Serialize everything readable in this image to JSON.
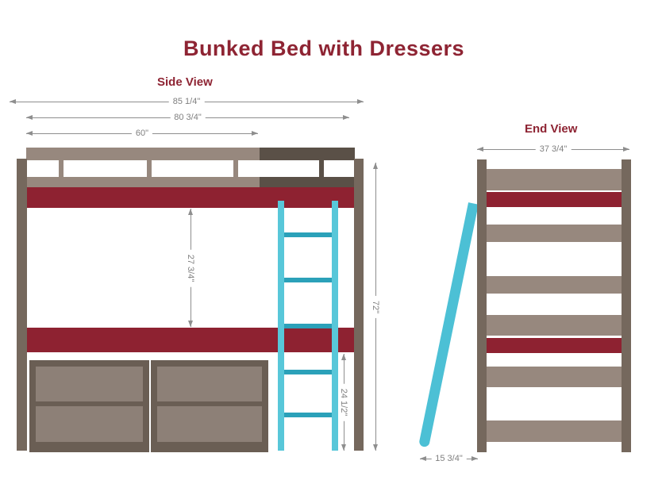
{
  "title": "Bunked Bed with Dressers",
  "side_view": {
    "label": "Side View",
    "dims": {
      "overall_width": "85 1/4\"",
      "frame_width": "80 3/4\"",
      "guard_rail_width": "60\"",
      "bunk_clearance_height": "27 3/4\"",
      "overall_height": "72\"",
      "under_bed_height": "24 1/2\""
    }
  },
  "end_view": {
    "label": "End View",
    "dims": {
      "overall_depth": "37 3/4\"",
      "ladder_base_offset": "15 3/4\""
    }
  },
  "colors": {
    "accent_maroon": "#8e2231",
    "heading_maroon": "#8e2433",
    "wood_taupe": "#97887e",
    "wood_dark_brown": "#5a5047",
    "post_brown": "#75685d",
    "dresser_frame_brown": "#6a5e54",
    "drawer_front_gray": "#8d8077",
    "ladder_rail_teal": "#58c7d9",
    "ladder_rung_teal": "#2ba1b9",
    "lean_ladder_teal": "#4cc0d5",
    "dimension_line_gray": "#8e8e8e",
    "dimension_text_gray": "#7f7f7f",
    "background": "#ffffff"
  }
}
